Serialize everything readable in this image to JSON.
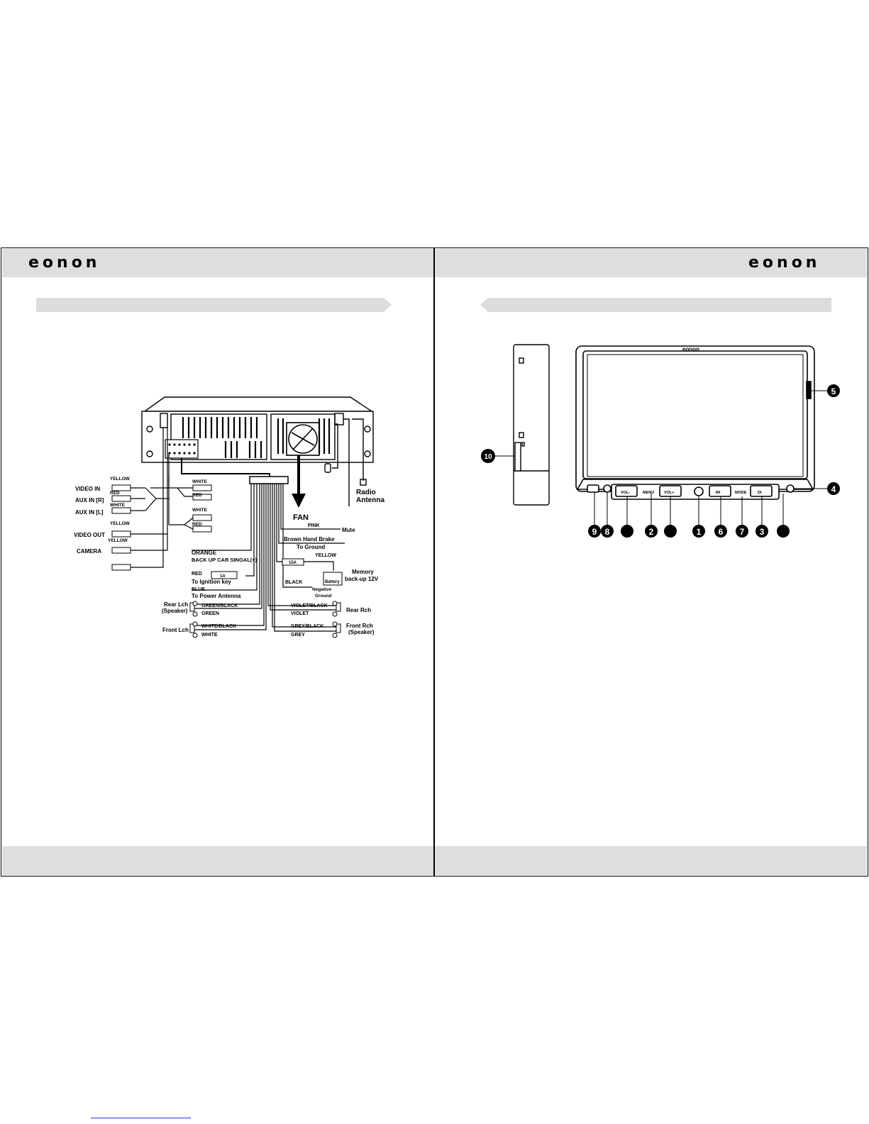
{
  "brand": {
    "left_logo": "eonon",
    "right_logo": "eonon",
    "screen_logo": "eonon"
  },
  "wiring": {
    "fan_label": "FAN",
    "radio_antenna": [
      "Radio",
      "Antenna"
    ],
    "rca_labels": {
      "video_in": "VIDEO IN",
      "aux_in_r": "AUX IN [R]",
      "aux_in_l": "AUX IN [L]",
      "video_out": "VIDEO OUT",
      "camera": "CAMERA"
    },
    "rca_colors": {
      "video_in": "YELLOW",
      "aux_in_r": "RED",
      "aux_in_l": "WHITE",
      "video_out": "YELLOW",
      "camera": "YELLOW"
    },
    "out_colors": [
      "WHITE",
      "RED",
      "WHITE",
      "RED"
    ],
    "wires": {
      "pink": "PINK",
      "mute": "Mute",
      "brake": "Brown Hand Brake",
      "brake_ground": "To Ground",
      "orange": "ORANGE",
      "backup": "BACK UP CAR SINGAL(+)",
      "yellow": "YELLOW",
      "fuse_15a": "15A",
      "memory_1": "Memory",
      "memory_2": "back-up 12V",
      "battery": "Battery",
      "red": "RED",
      "fuse_1a": "1A",
      "ignition": "To Ignition key",
      "black": "BLACK",
      "neg_1": "Negative",
      "neg_2": "Ground",
      "blue": "BLUE",
      "power_antenna": "To Power Antenna"
    },
    "speakers": {
      "rear_l_1": "Rear Lch",
      "rear_l_2": "(Speaker)",
      "green_black": "GREEN/BLACK",
      "green": "GREEN",
      "violet_black": "VIOLET/BLACK",
      "violet": "VIOLET",
      "rear_r": "Rear Rch",
      "front_l": "Front Lch",
      "white_black": "WHITE/BLACK",
      "white": "WHITE",
      "grey_black": "GREY/BLACK",
      "grey": "GREY",
      "front_r_1": "Front Rch",
      "front_r_2": "(Speaker)"
    }
  },
  "panel": {
    "buttons": [
      "VOL-",
      "MENU",
      "VOL+",
      "",
      "MI",
      "MODE",
      "DI"
    ],
    "callouts": [
      "1",
      "2",
      "3",
      "4",
      "5",
      "6",
      "7",
      "8",
      "9",
      "10"
    ]
  }
}
